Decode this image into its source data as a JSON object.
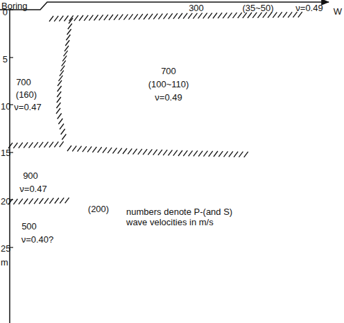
{
  "diagram": {
    "labels": [
      "Boring",
      "W",
      "0",
      "5",
      "10",
      "15",
      "20",
      "25",
      "m",
      "300",
      "(35~50)",
      "ν=0.49",
      "700",
      "(160)",
      "ν=0.47",
      "700",
      "(100~110)",
      "ν=0.49",
      "900",
      "ν=0.47",
      "(200)",
      "500",
      "ν=0.40?",
      "numbers denote P-(and S) wave velocities in m/s"
    ]
  }
}
